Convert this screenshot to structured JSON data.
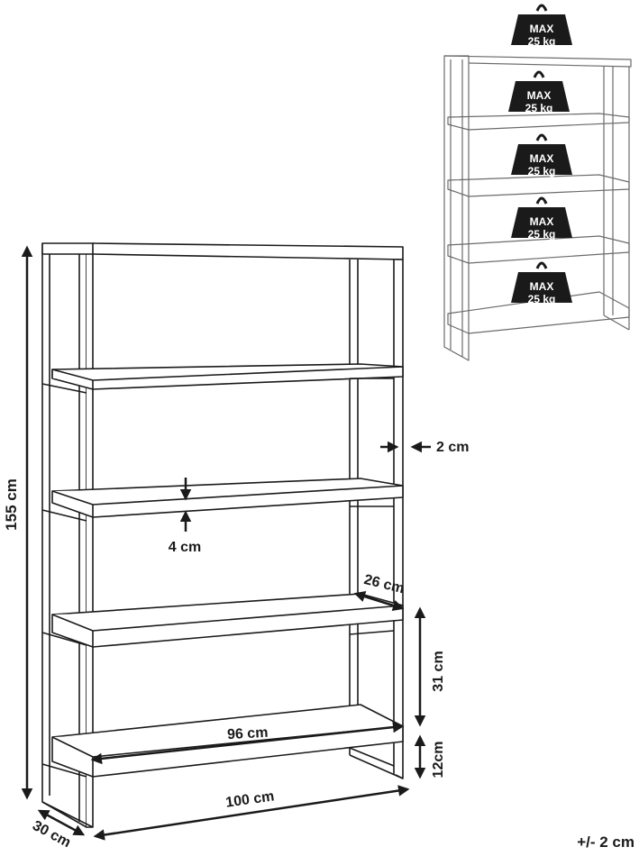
{
  "dimensions": {
    "height": "155 cm",
    "width": "100 cm",
    "depth": "30 cm",
    "inner_width": "96 cm",
    "shelf_depth": "26 cm",
    "shelf_spacing": "31 cm",
    "bottom_clearance": "12cm",
    "shelf_thickness": "4 cm",
    "frame_thickness": "2 cm"
  },
  "tolerance": "+/- 2 cm",
  "weights": [
    {
      "line1": "MAX",
      "line2": "25 kg"
    },
    {
      "line1": "MAX",
      "line2": "25 kg"
    },
    {
      "line1": "MAX",
      "line2": "25 kg"
    },
    {
      "line1": "MAX",
      "line2": "25 kg"
    },
    {
      "line1": "MAX",
      "line2": "25 kg"
    }
  ]
}
